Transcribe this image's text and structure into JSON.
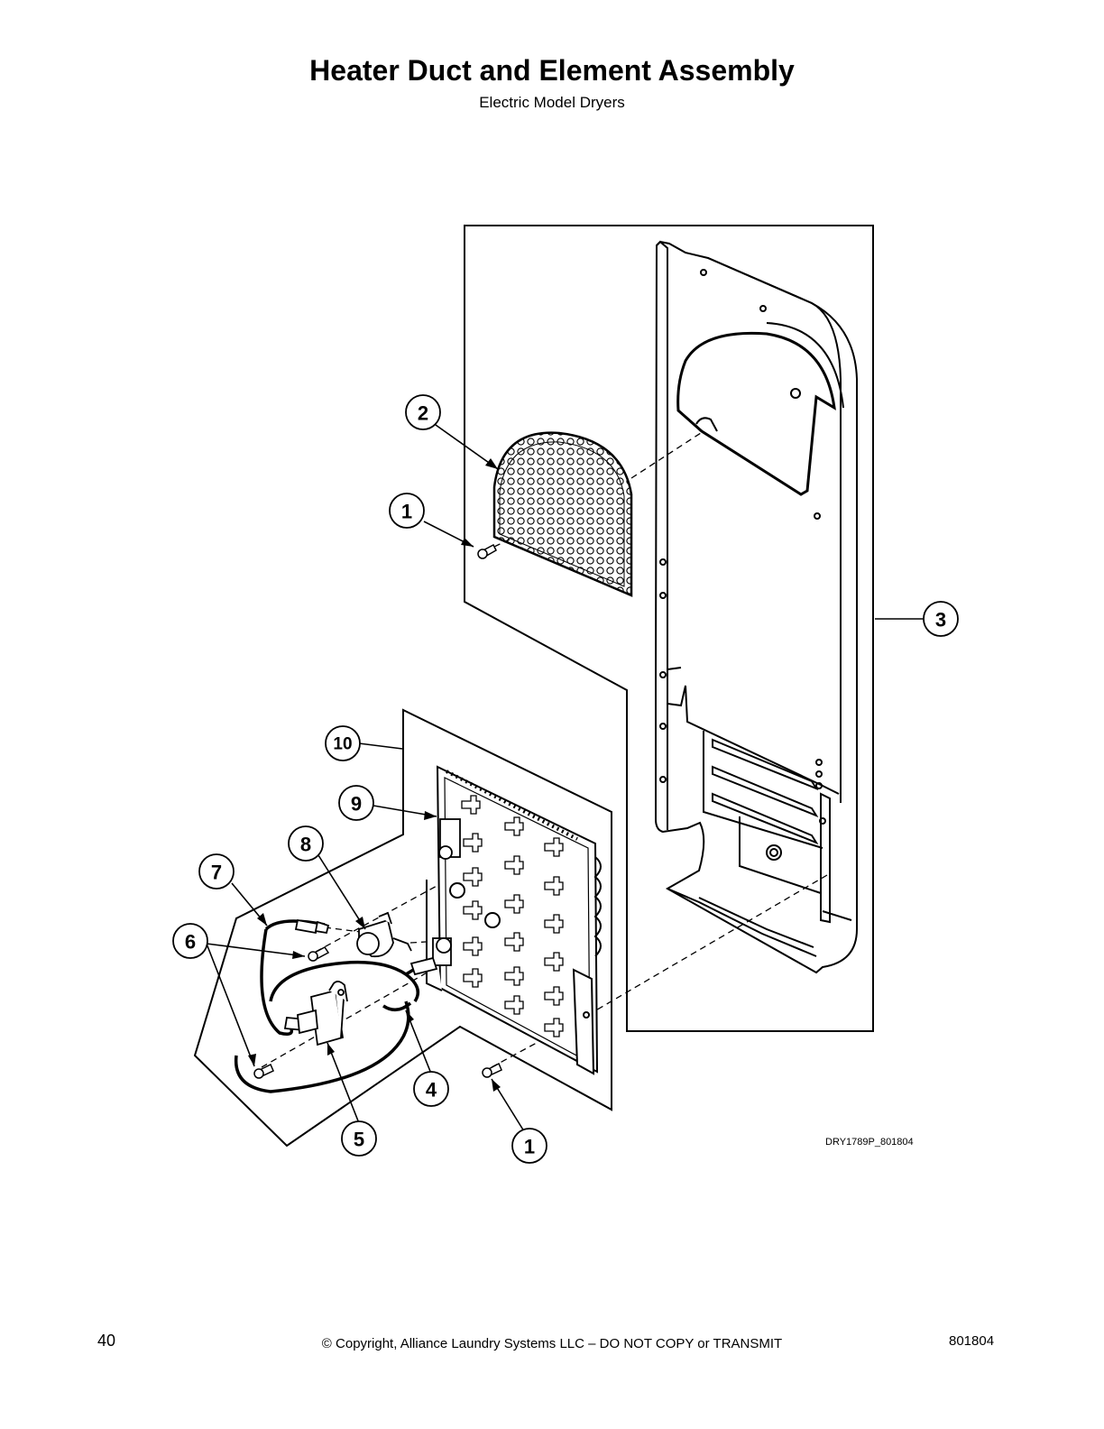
{
  "title": "Heater Duct and Element Assembly",
  "subtitle": "Electric Model Dryers",
  "figure_code": "DRY1789P_801804",
  "callouts": [
    "1",
    "2",
    "3",
    "4",
    "5",
    "6",
    "7",
    "8",
    "9",
    "10",
    "1"
  ],
  "footer": {
    "page_number": "40",
    "copyright": "© Copyright, Alliance Laundry Systems LLC – DO NOT COPY or TRANSMIT",
    "doc_number": "801804"
  }
}
